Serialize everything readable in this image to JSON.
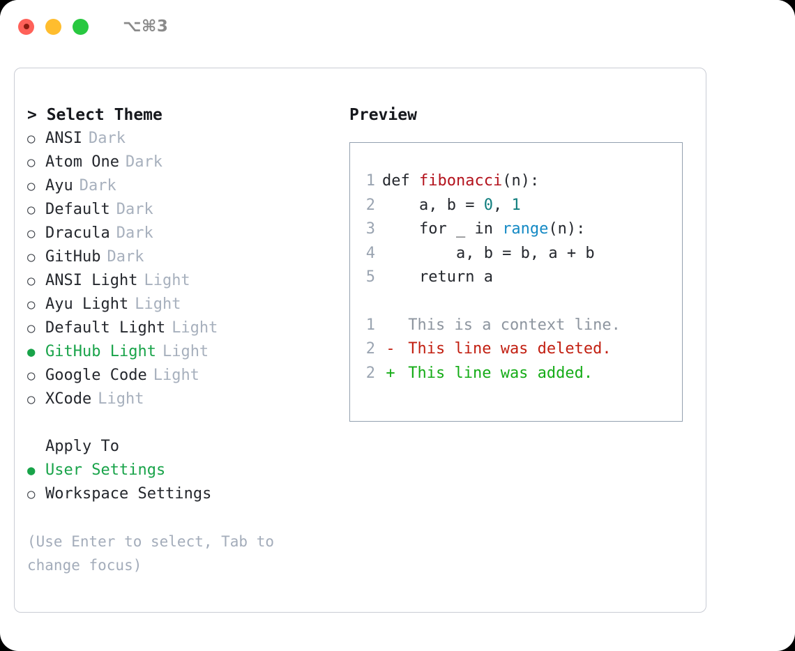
{
  "window": {
    "shortcut": "⌥⌘3",
    "traffic_lights": [
      {
        "name": "close",
        "color": "#ff6159"
      },
      {
        "name": "minimize",
        "color": "#ffbd2e"
      },
      {
        "name": "maximize",
        "color": "#28c840"
      }
    ]
  },
  "theme_picker": {
    "title": "> Select Theme",
    "options": [
      {
        "bullet": "○",
        "label": "ANSI",
        "kind": "Dark",
        "selected": false
      },
      {
        "bullet": "○",
        "label": "Atom One",
        "kind": "Dark",
        "selected": false
      },
      {
        "bullet": "○",
        "label": "Ayu",
        "kind": "Dark",
        "selected": false
      },
      {
        "bullet": "○",
        "label": "Default",
        "kind": "Dark",
        "selected": false
      },
      {
        "bullet": "○",
        "label": "Dracula",
        "kind": "Dark",
        "selected": false
      },
      {
        "bullet": "○",
        "label": "GitHub",
        "kind": "Dark",
        "selected": false
      },
      {
        "bullet": "○",
        "label": "ANSI Light",
        "kind": "Light",
        "selected": false
      },
      {
        "bullet": "○",
        "label": "Ayu Light",
        "kind": "Light",
        "selected": false
      },
      {
        "bullet": "○",
        "label": "Default Light",
        "kind": "Light",
        "selected": false
      },
      {
        "bullet": "●",
        "label": "GitHub Light",
        "kind": "Light",
        "selected": true
      },
      {
        "bullet": "○",
        "label": "Google Code",
        "kind": "Light",
        "selected": false
      },
      {
        "bullet": "○",
        "label": "XCode",
        "kind": "Light",
        "selected": false
      }
    ]
  },
  "apply_to": {
    "title": "Apply To",
    "options": [
      {
        "bullet": "●",
        "label": "User Settings",
        "selected": true
      },
      {
        "bullet": "○",
        "label": "Workspace Settings",
        "selected": false
      }
    ]
  },
  "hint": "(Use Enter to select, Tab to change focus)",
  "preview": {
    "title": "Preview",
    "code_lines": [
      {
        "no": "1",
        "segments": [
          {
            "text": "def ",
            "token": "plain"
          },
          {
            "text": "fibonacci",
            "token": "fn"
          },
          {
            "text": "(n):",
            "token": "plain"
          }
        ]
      },
      {
        "no": "2",
        "segments": [
          {
            "text": "    a, b = ",
            "token": "plain"
          },
          {
            "text": "0",
            "token": "num"
          },
          {
            "text": ", ",
            "token": "plain"
          },
          {
            "text": "1",
            "token": "num"
          }
        ]
      },
      {
        "no": "3",
        "segments": [
          {
            "text": "    for _ in ",
            "token": "plain"
          },
          {
            "text": "range",
            "token": "call"
          },
          {
            "text": "(n):",
            "token": "plain"
          }
        ]
      },
      {
        "no": "4",
        "segments": [
          {
            "text": "        a, b = b, a + b",
            "token": "plain"
          }
        ]
      },
      {
        "no": "5",
        "segments": [
          {
            "text": "    return a",
            "token": "plain"
          }
        ]
      }
    ],
    "diff_lines": [
      {
        "no": "1",
        "marker": " ",
        "text": "This is a context line.",
        "kind": "ctx"
      },
      {
        "no": "2",
        "marker": "-",
        "text": "This line was deleted.",
        "kind": "del"
      },
      {
        "no": "2",
        "marker": "+",
        "text": "This line was added.",
        "kind": "add"
      }
    ]
  },
  "colors": {
    "accent_green": "#18a349",
    "diff_add": "#15ac17",
    "diff_del": "#c21f11",
    "syntax_fn": "#b3121c",
    "syntax_num": "#0f7d7d",
    "syntax_call": "#1389c4",
    "muted": "#a7b0bd",
    "panel_border": "#c9ccd4",
    "preview_border": "#93a0af"
  }
}
